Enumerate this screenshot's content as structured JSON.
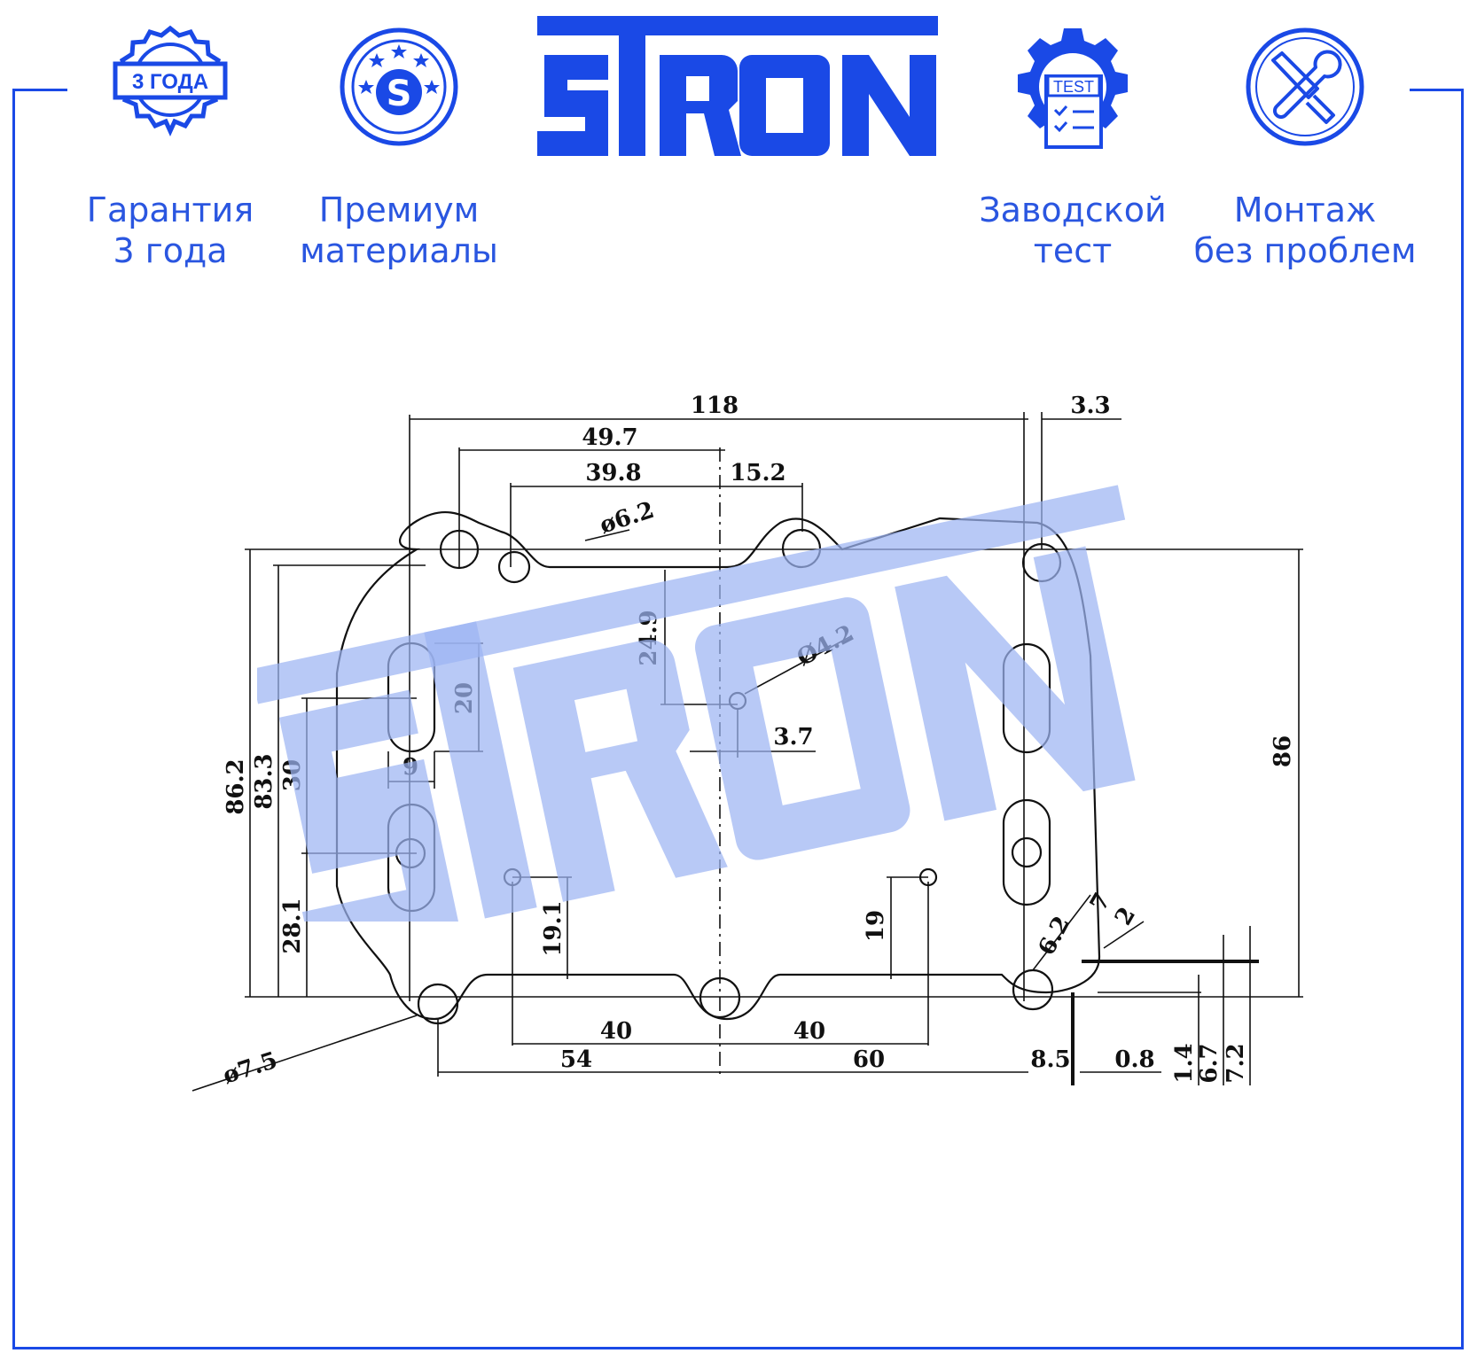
{
  "brand": {
    "logo_text": "STRON",
    "color": "#1a49e6",
    "watermark_color": "#9db4f2"
  },
  "badges": [
    {
      "icon": "warranty-seal-icon",
      "seal_text": "3 ГОДА",
      "line1": "Гарантия",
      "line2": "3 года"
    },
    {
      "icon": "premium-s-icon",
      "line1": "Премиум",
      "line2": "материалы"
    },
    {
      "icon": "factory-test-icon",
      "seal_text": "TEST",
      "line1": "Заводской",
      "line2": "тест"
    },
    {
      "icon": "tools-icon",
      "line1": "Монтаж",
      "line2": "без проблем"
    }
  ],
  "drawing": {
    "dimensions": {
      "d118": "118",
      "d3_3": "3.3",
      "d49_7": "49.7",
      "d39_8": "39.8",
      "d15_2": "15.2",
      "d6_2_hole": "ø6.2",
      "d24_9": "24.9",
      "d4_2_hole": "Ø4.2",
      "d20": "20",
      "d3_7": "3.7",
      "d9": "9",
      "d30": "30",
      "d86_2": "86.2",
      "d83_3": "83.3",
      "d28_1": "28.1",
      "d19_1": "19.1",
      "d19": "19",
      "d86": "86",
      "d40a": "40",
      "d40b": "40",
      "d54": "54",
      "d60": "60",
      "d7_5_hole": "ø7.5",
      "d8_5": "8.5",
      "d0_8": "0.8",
      "d1_4": "1.4",
      "d6_7": "6.7",
      "d7_2": "7.2",
      "d6_2b": "6.2",
      "d7": "7",
      "d2": "2"
    }
  }
}
